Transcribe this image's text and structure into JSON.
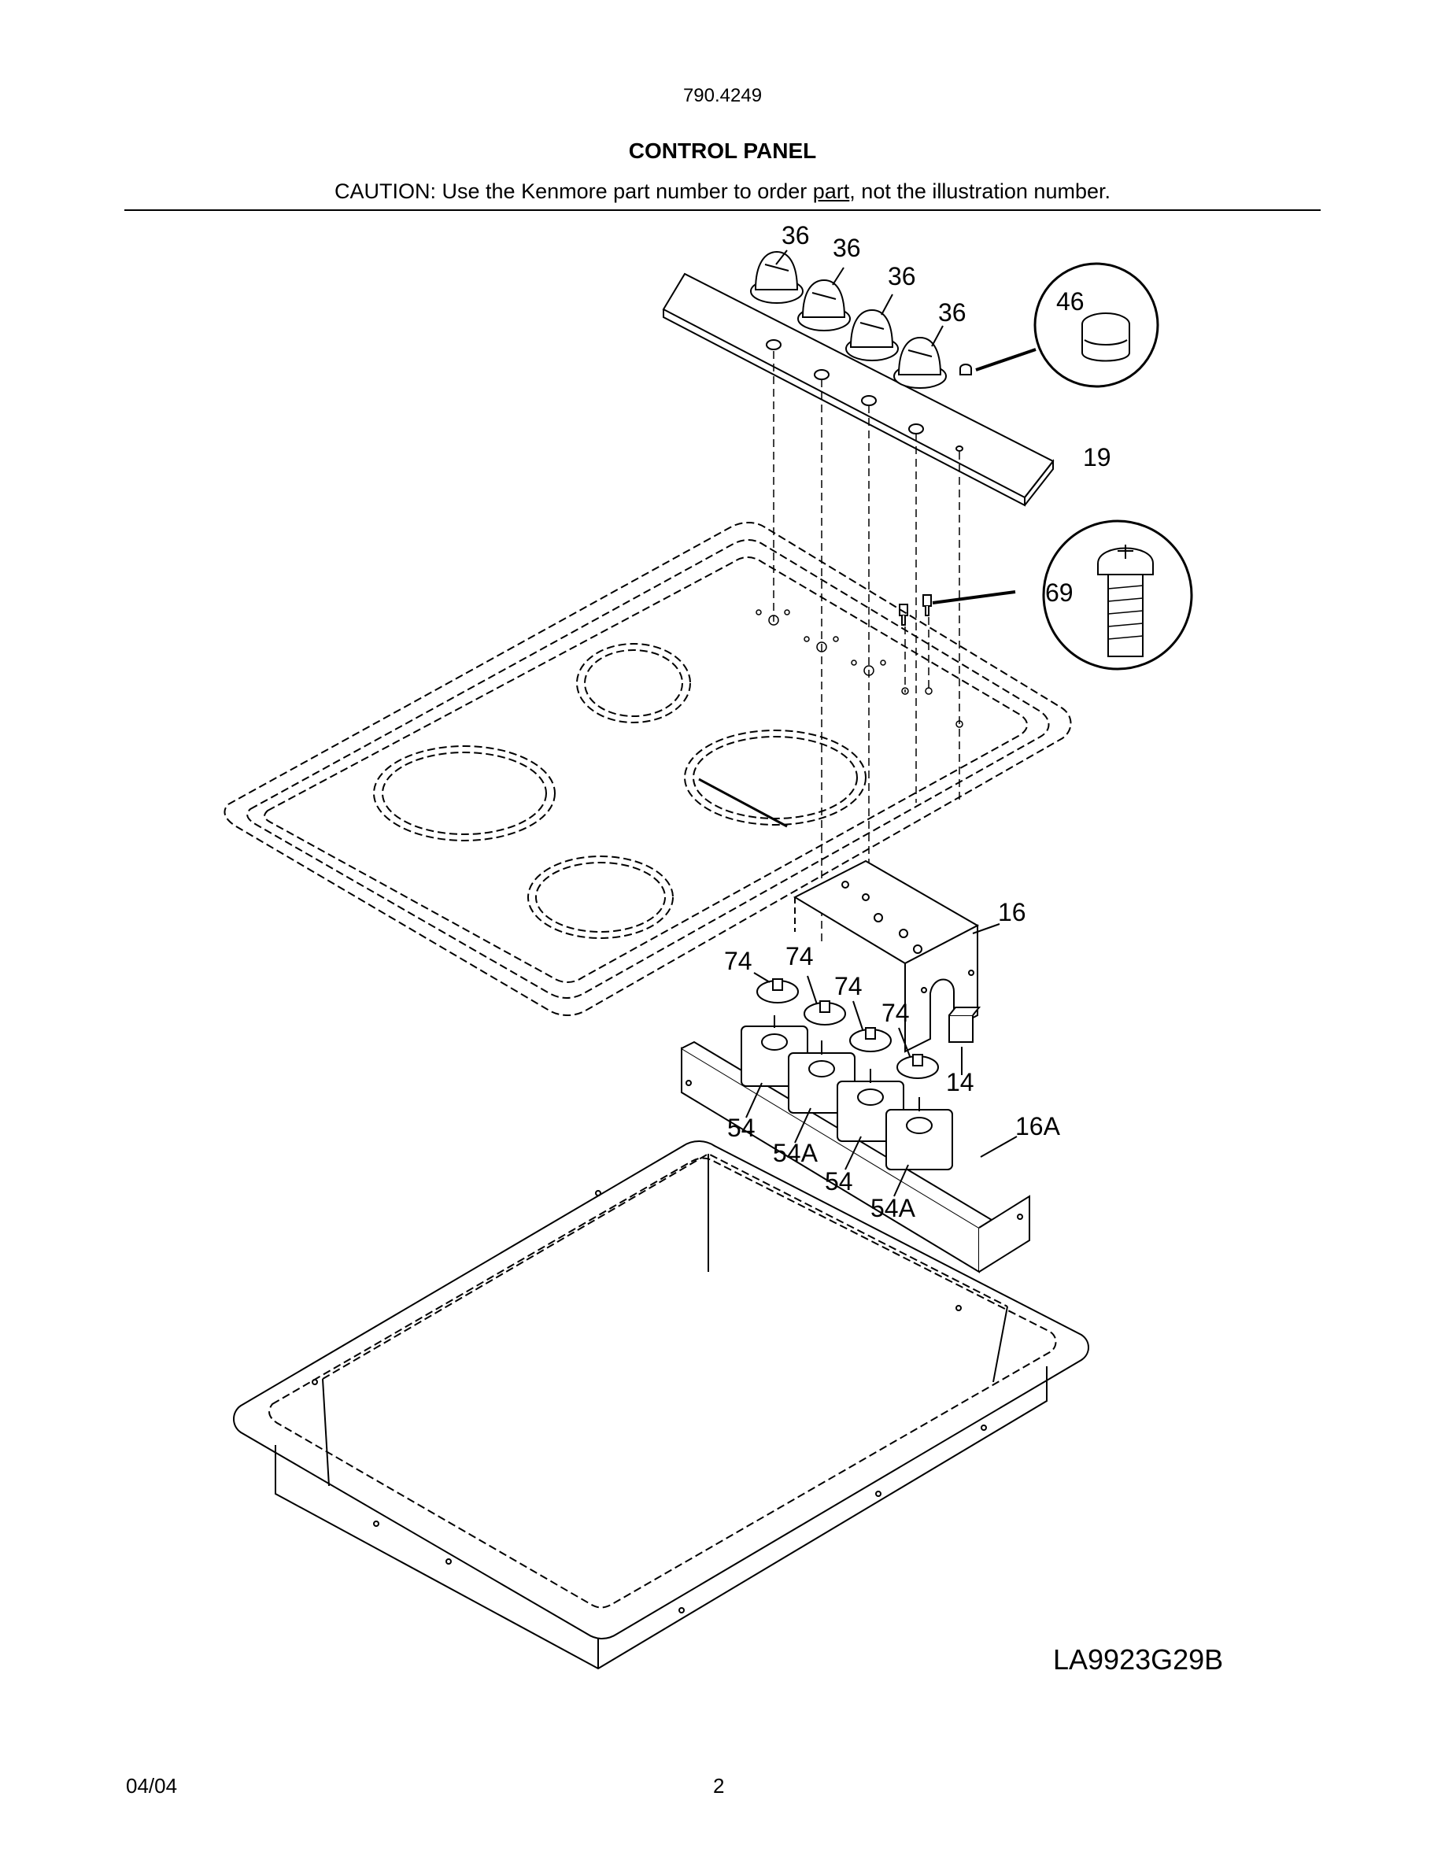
{
  "header": {
    "model_number": "790.4249",
    "title": "CONTROL PANEL",
    "caution_before": "CAUTION: Use the Kenmore part number to order ",
    "caution_underlined": "part",
    "caution_after": ", not the illustration number."
  },
  "callouts": {
    "knob_1": "36",
    "knob_2": "36",
    "knob_3": "36",
    "knob_4": "36",
    "indicator_light": "46",
    "control_panel": "19",
    "screw": "69",
    "bracket": "16",
    "bezel_1": "74",
    "bezel_2": "74",
    "bezel_3": "74",
    "bezel_4": "74",
    "switch_block": "14",
    "switch_1": "54",
    "switch_2": "54A",
    "switch_3": "54",
    "switch_4": "54A",
    "switch_bracket": "16A"
  },
  "footer": {
    "drawing_code": "LA9923G29B",
    "date": "04/04",
    "page_number": "2"
  }
}
